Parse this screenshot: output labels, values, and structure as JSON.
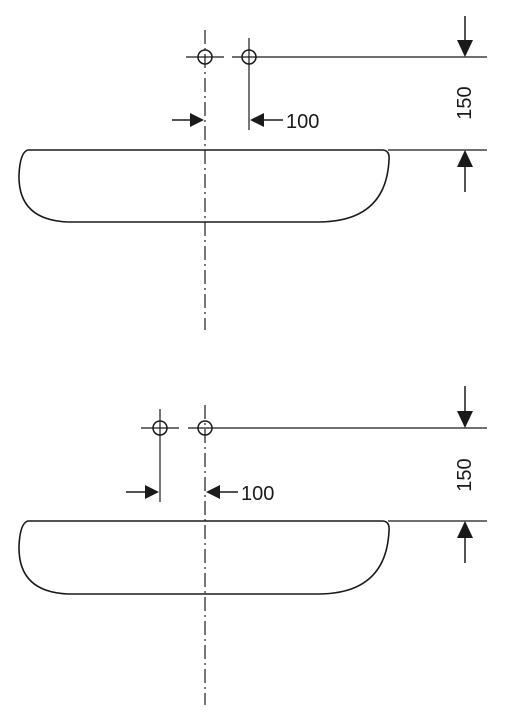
{
  "colors": {
    "line": "#1a1a1a",
    "background": "#ffffff"
  },
  "views": [
    {
      "id": "upper",
      "horizontal_offset_label": "100",
      "vertical_offset_label": "150"
    },
    {
      "id": "lower",
      "horizontal_offset_label": "100",
      "vertical_offset_label": "150"
    }
  ]
}
